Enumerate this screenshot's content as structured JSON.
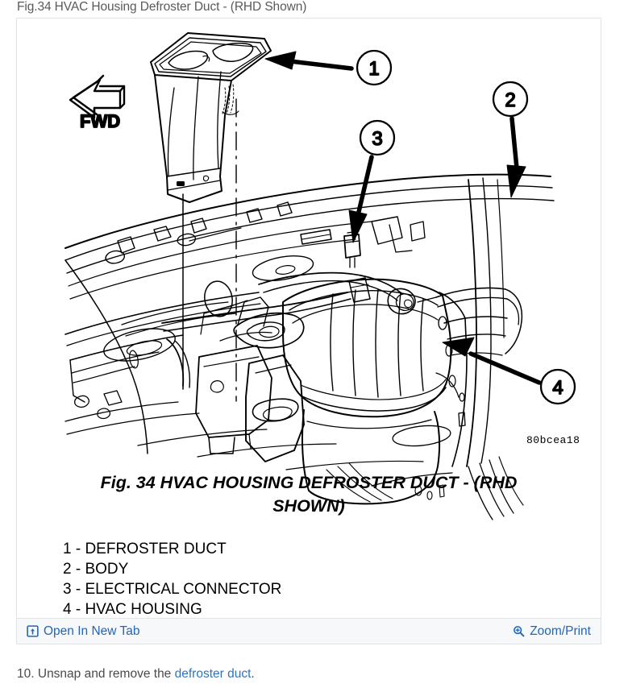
{
  "page": {
    "title": "Fig.34 HVAC Housing Defroster Duct - (RHD Shown)"
  },
  "figure": {
    "caption_line1": "Fig. 34 HVAC HOUSING DEFROSTER DUCT - (RHD",
    "caption_line2": "SHOWN)",
    "image_code": "80bcea18",
    "orientation_label": "FWD",
    "callouts": [
      {
        "number": "1",
        "label": "DEFROSTER DUCT"
      },
      {
        "number": "2",
        "label": "BODY"
      },
      {
        "number": "3",
        "label": "ELECTRICAL CONNECTOR"
      },
      {
        "number": "4",
        "label": "HVAC HOUSING"
      }
    ],
    "legend": [
      "1 - DEFROSTER DUCT",
      "2 - BODY",
      "3 - ELECTRICAL CONNECTOR",
      "4 - HVAC HOUSING"
    ]
  },
  "footer": {
    "open_new_tab_label": "Open In New Tab",
    "open_new_tab_icon": "open-in-new-tab-icon",
    "zoom_print_label": "Zoom/Print",
    "zoom_print_icon": "magnifier-plus-icon"
  },
  "instruction": {
    "number": "10.",
    "text_before": " Unsnap and remove the ",
    "link_text": "defroster duct",
    "text_after": "."
  },
  "colors": {
    "link": "#2266b5",
    "body_link": "#2f74c0",
    "title_text": "#5a5a5a",
    "instruction_text": "#4a4a4a",
    "card_border": "#e3e3e3",
    "footer_bg": "#f7f8f9",
    "diagram_ink": "#000000"
  }
}
